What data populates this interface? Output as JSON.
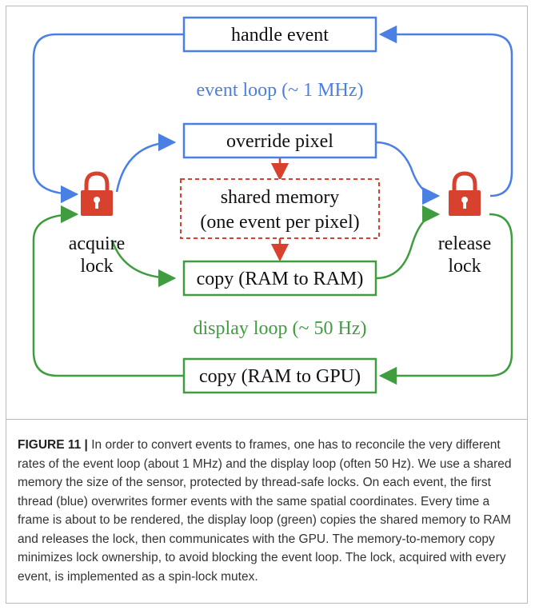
{
  "diagram": {
    "boxes": {
      "handle_event": "handle event",
      "override_pixel": "override pixel",
      "shared_memory_line1": "shared memory",
      "shared_memory_line2": "(one event per pixel)",
      "copy_ram_to_ram": "copy (RAM to RAM)",
      "copy_ram_to_gpu": "copy (RAM to GPU)"
    },
    "loops": {
      "event_loop": "event loop (~ 1 MHz)",
      "display_loop": "display loop (~ 50 Hz)"
    },
    "locks": {
      "acquire_line1": "acquire",
      "acquire_line2": "lock",
      "release_line1": "release",
      "release_line2": "lock"
    },
    "colors": {
      "event_loop": "#4a7fe3",
      "display_loop": "#3f9d3f",
      "shared_memory": "#d9412f",
      "lock": "#d9412f"
    }
  },
  "caption": {
    "label": "FIGURE 11 |",
    "text": " In order to convert events to frames, one has to reconcile the very different rates of the event loop (about 1 MHz) and the display loop (often 50 Hz). We use a shared memory the size of the sensor, protected by thread-safe locks. On each event, the first thread (blue) overwrites former events with the same spatial coordinates. Every time a frame is about to be rendered, the display loop (green) copies the shared memory to RAM and releases the lock, then communicates with the GPU. The memory-to-memory copy minimizes lock ownership, to avoid blocking the event loop. The lock, acquired with every event, is implemented as a spin-lock mutex."
  }
}
